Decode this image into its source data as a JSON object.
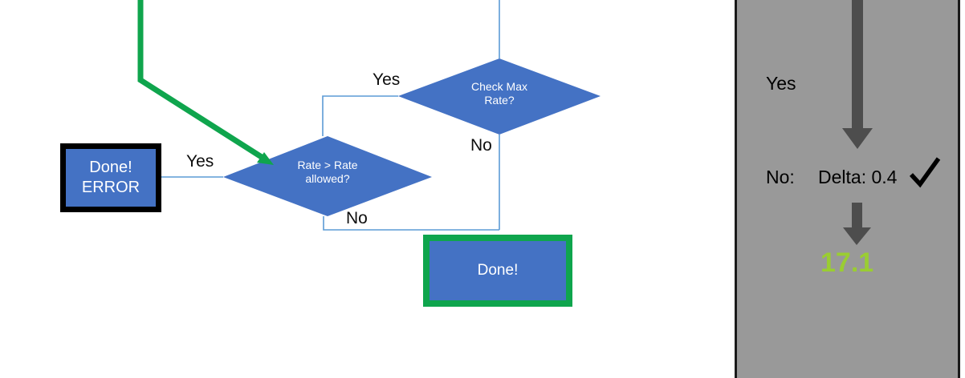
{
  "diagram": {
    "type": "flowchart",
    "background_color": "#ffffff",
    "shape_fill_color": "#4472C4",
    "connector_color": "#5B9BD5",
    "highlight_green": "#0FA54D",
    "nodes": [
      {
        "id": "check-max-rate",
        "shape": "decision-diamond",
        "label": "Check Max\nRate?",
        "fill": "#4472C4",
        "text_color": "#ffffff"
      },
      {
        "id": "rate-gt-rate-allowed",
        "shape": "decision-diamond",
        "label": "Rate > Rate\nallowed?",
        "fill": "#4472C4",
        "text_color": "#ffffff"
      },
      {
        "id": "done-error",
        "shape": "process-box",
        "label": "Done!\nERROR",
        "fill": "#4472C4",
        "border_color": "#000000",
        "text_color": "#ffffff"
      },
      {
        "id": "done",
        "shape": "process-box",
        "label": "Done!",
        "fill": "#4472C4",
        "border_color": "#0FA54D",
        "text_color": "#ffffff"
      }
    ],
    "edge_labels": {
      "yes_to_rate_check": "Yes",
      "no_from_check_max": "No",
      "yes_to_done_error": "Yes",
      "no_to_done": "No"
    }
  },
  "panel": {
    "background_color": "#999999",
    "arrow_color": "#4D4D4D",
    "yes_label": "Yes",
    "no_label": "No:",
    "delta_label": "Delta: 0.4",
    "check_mark": "checkmark",
    "result_value": "17.1",
    "result_color": "#9ACD32"
  }
}
